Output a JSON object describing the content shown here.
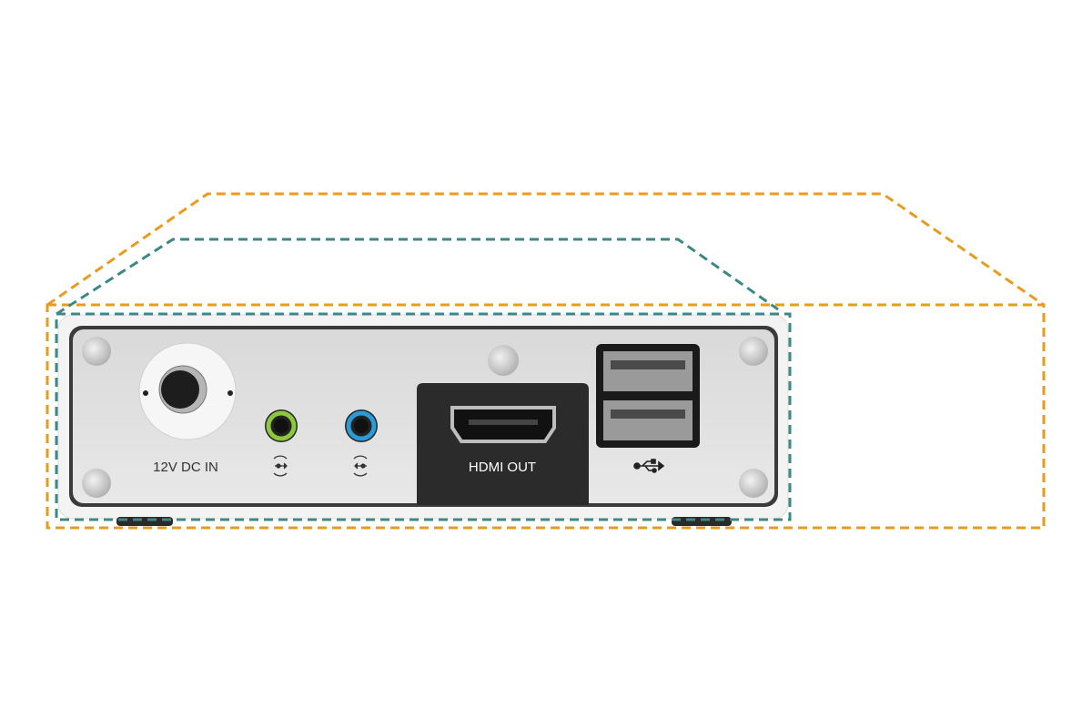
{
  "device": {
    "ports": {
      "power_label": "12V DC IN",
      "hdmi_label": "HDMI OUT"
    },
    "icons": [
      "dc-power-jack",
      "audio-out-icon",
      "audio-in-icon",
      "hdmi-port",
      "usb-icon"
    ]
  },
  "colors": {
    "outer_outline": "#E99B1E",
    "inner_outline": "#3B8885",
    "hdmi_panel": "#2B2B2B",
    "audio_out_ring": "#8DC63F",
    "audio_in_ring": "#2C9AD6"
  }
}
